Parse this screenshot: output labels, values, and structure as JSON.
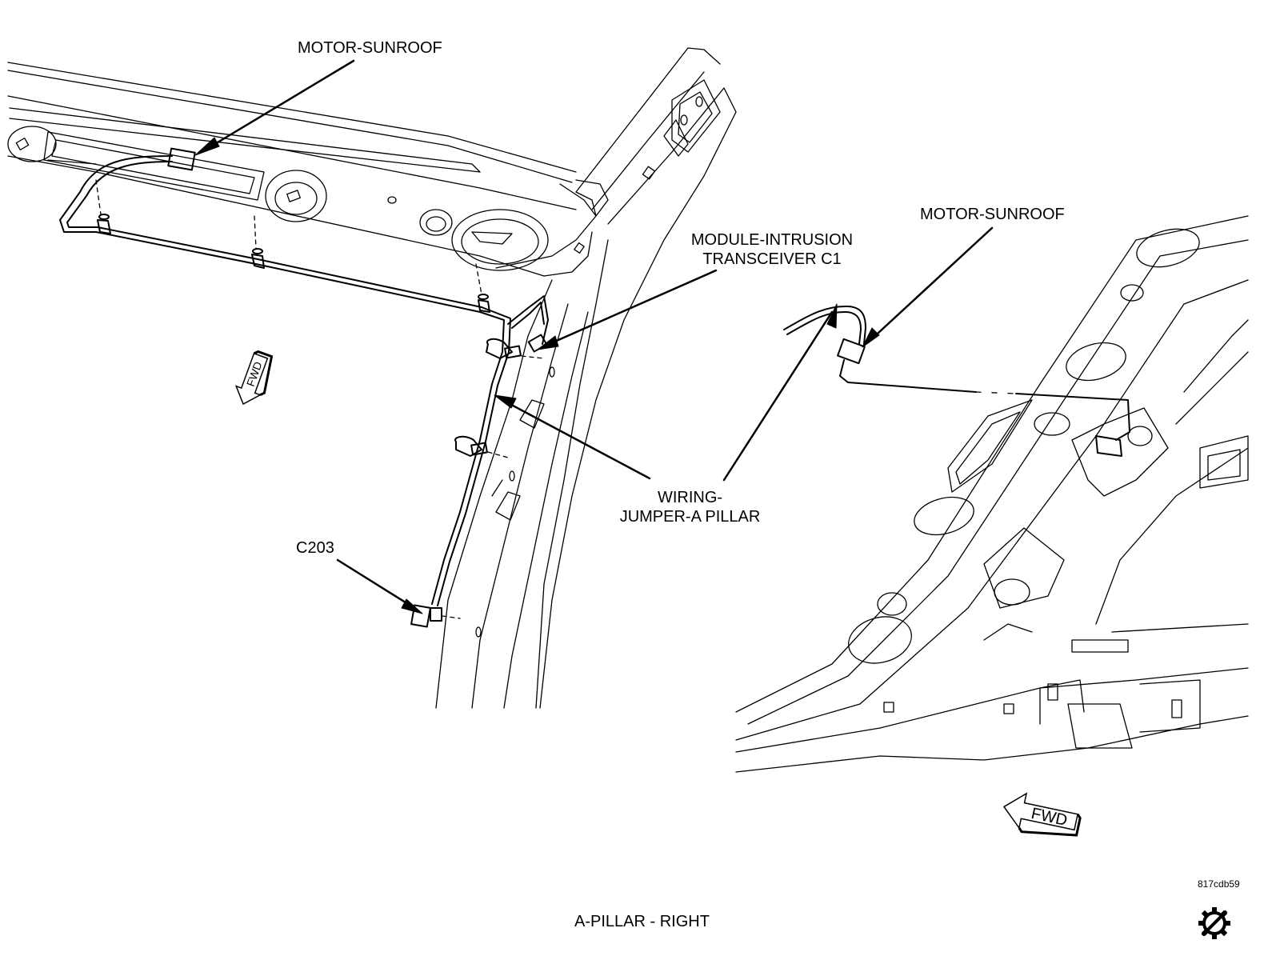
{
  "labels": {
    "motor_sunroof_left": "MOTOR-SUNROOF",
    "motor_sunroof_right": "MOTOR-SUNROOF",
    "module_intrusion_line1": "MODULE-INTRUSION",
    "module_intrusion_line2": "TRANSCEIVER C1",
    "wiring_line1": "WIRING-",
    "wiring_line2": "JUMPER-A PILLAR",
    "c203": "C203",
    "fwd_left": "FWD",
    "fwd_right": "FWD"
  },
  "caption": "A-PILLAR - RIGHT",
  "figure_code": "817cdb59",
  "icons": [
    "fwd-arrow-icon",
    "service-gear-icon"
  ]
}
